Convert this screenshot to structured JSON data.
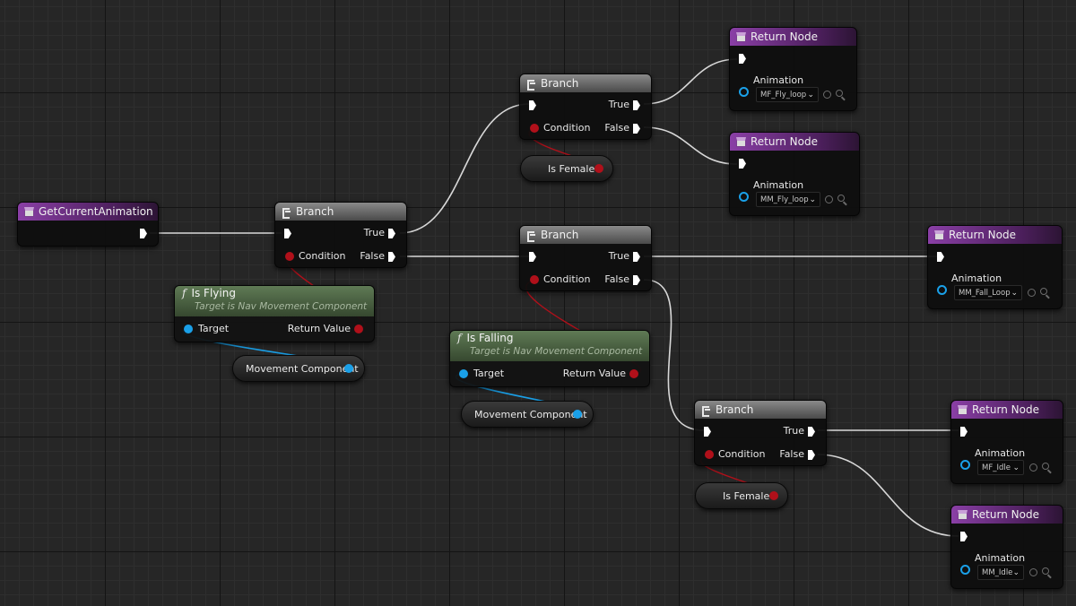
{
  "get_current_animation": {
    "title": "GetCurrentAnimation"
  },
  "branches": [
    {
      "title": "Branch",
      "true_label": "True",
      "condition_label": "Condition",
      "false_label": "False"
    },
    {
      "title": "Branch",
      "true_label": "True",
      "condition_label": "Condition",
      "false_label": "False"
    },
    {
      "title": "Branch",
      "true_label": "True",
      "condition_label": "Condition",
      "false_label": "False"
    },
    {
      "title": "Branch",
      "true_label": "True",
      "condition_label": "Condition",
      "false_label": "False"
    }
  ],
  "functions": [
    {
      "title": "Is Flying",
      "subtitle": "Target is Nav Movement Component",
      "target_label": "Target",
      "return_label": "Return Value"
    },
    {
      "title": "Is Falling",
      "subtitle": "Target is Nav Movement Component",
      "target_label": "Target",
      "return_label": "Return Value"
    }
  ],
  "variables": [
    {
      "label": "Movement Component"
    },
    {
      "label": "Movement Component"
    },
    {
      "label": "Is Female"
    },
    {
      "label": "Is Female"
    }
  ],
  "return_nodes": [
    {
      "title": "Return Node",
      "pin_label": "Animation",
      "value": "MF_Fly_loop"
    },
    {
      "title": "Return Node",
      "pin_label": "Animation",
      "value": "MM_Fly_loop"
    },
    {
      "title": "Return Node",
      "pin_label": "Animation",
      "value": "MM_Fall_Loop"
    },
    {
      "title": "Return Node",
      "pin_label": "Animation",
      "value": "MF_Idle"
    },
    {
      "title": "Return Node",
      "pin_label": "Animation",
      "value": "MM_Idle"
    }
  ],
  "colors": {
    "function_entry_header": "#8a3fa6",
    "pure_function_header": "#5f7a55",
    "exec_wire": "#e6e6e6",
    "bool_wire": "#b0101a",
    "object_wire": "#1aa0e8"
  }
}
